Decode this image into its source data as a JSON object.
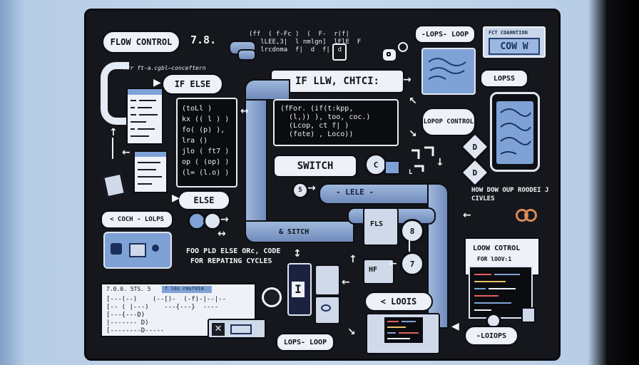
{
  "labels": {
    "flow_control": "FLOW CONTROL",
    "version": "7.8.",
    "lops_loop_top": "-LOPS- LOOP",
    "cow_header": "FCT COAHNTION",
    "cow": "COW W",
    "lopss": "LOPSS",
    "top_note": "frr ft-a.cgbl–conceftern",
    "if_else": "IF ELSE",
    "if_llw": "IF LLW, CHTCI:",
    "lopop_control": "LOPOP CONTROL",
    "switch": "SWITCH",
    "lele": "- LELE -",
    "else": "ELSE",
    "how_down": "HOW DOW OUP ROODEI J CIVLES",
    "coch_lolps": "< COCH - LOLPS",
    "sitch": "& SITCH",
    "fls": "FLS",
    "hf": "HF",
    "rep_line1": "FOO PLD ELSE ORc, CODE",
    "rep_line2": "FOR REPATING CYCLES",
    "loow_line1": "LOOW COTROL",
    "loow_line2": "FOR lOOV:1",
    "loois": "< LOOIS",
    "lops_loop_bottom": "LOPS- LOOP",
    "loiops": "-LOIOPS",
    "code_header": "7.0.0. 5TS. 5",
    "code_header_tag": "f l0s rmsf01m",
    "cursor_i": "I",
    "badge_8": "8",
    "badge_7": "7",
    "badge_c": "C",
    "badge_d1": "D",
    "badge_d2": "D",
    "badge_5": "5",
    "badge_l": "L"
  },
  "code": {
    "top_strip": "(ff  ( f-Fc )  (  F-  r(f|\n   lLEE,3|  l nmlgn]  lFlE  F\n   lrcdnma  f|  d  f|  d",
    "left_list": "(toLl )\nkx (( l ) )\nfo( (p) ),\nlra ()\njlo ( ft7 )\nop ( (op) )\n(l= (l.o) )",
    "center": "(fFor. (if(t:kpp, \n  (l,)) ), too, coc.)\n  (Lcop, ct f| )\n  (fote) , Loco))",
    "bottom_left": "[---(--)    (--[)-  (-f)-|--|--\n[-- ( |---)    ---{---}  ----\n[---{---D)\n|------- D)\n[--------D-----"
  },
  "colors": {
    "board": "#15171c",
    "pipe": "#8aa6d1",
    "screen": "#7fa2d6",
    "pill": "#eef2f8"
  },
  "icons": [
    "play-arrow-icon",
    "chain-link-icon",
    "tablet-icon",
    "monitor-icon",
    "gamepad-icon",
    "lock-icon",
    "x-icon",
    "eye-icon"
  ]
}
